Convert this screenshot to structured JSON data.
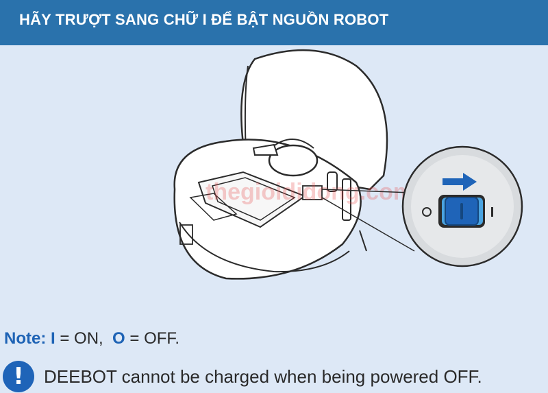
{
  "header": {
    "title": "HÃY TRƯỢT SANG CHỮ I ĐỂ BẬT NGUỒN ROBOT"
  },
  "illustration": {
    "watermark": "thegioididong.com",
    "switch_off_symbol": "O",
    "switch_on_symbol": "I",
    "arrow_icon": "arrow-right-icon"
  },
  "note": {
    "label": "Note:",
    "on_symbol": "I",
    "on_text": " = ON,",
    "off_symbol": "O",
    "off_text": " = OFF."
  },
  "warning": {
    "icon": "exclamation-icon",
    "text": "DEEBOT cannot be charged when being powered OFF."
  },
  "colors": {
    "header": "#2a72ac",
    "background": "#dde8f6",
    "accent": "#1e63b5"
  }
}
